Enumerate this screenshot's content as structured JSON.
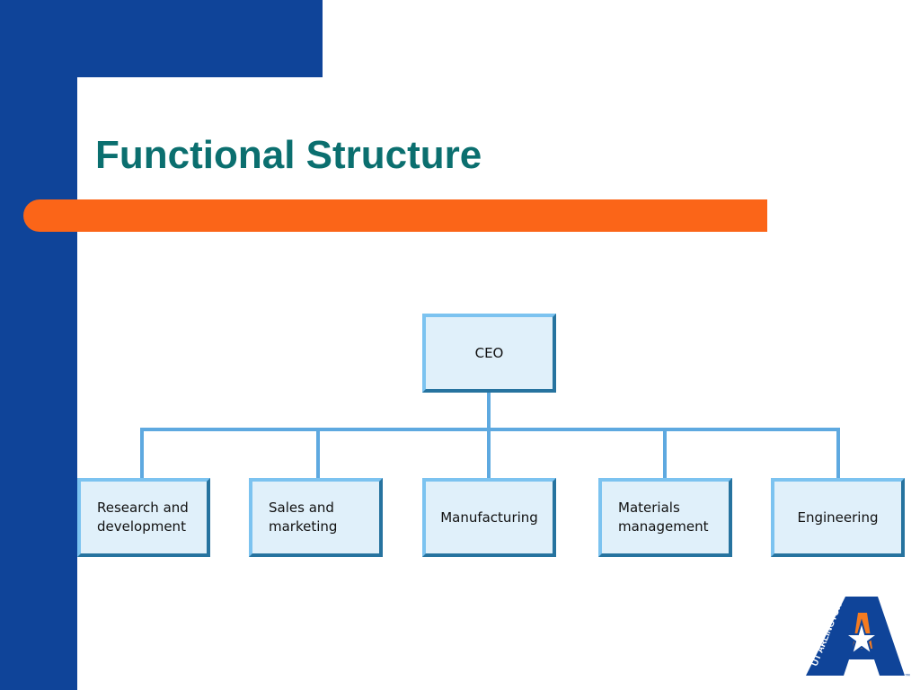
{
  "slide": {
    "title": "Functional Structure"
  },
  "org_chart": {
    "root": {
      "label": "CEO"
    },
    "children": [
      {
        "label": "Research and\ndevelopment"
      },
      {
        "label": "Sales and\nmarketing"
      },
      {
        "label": "Manufacturing"
      },
      {
        "label": "Materials\nmanagement"
      },
      {
        "label": "Engineering"
      }
    ]
  },
  "logo": {
    "text": "UT ARLINGTON",
    "mark": "A",
    "trademark": "™"
  },
  "colors": {
    "sidebar": "#0f4499",
    "title": "#0b6f6f",
    "accent_bar": "#fb6518",
    "box_fill": "#e0f0fa",
    "connector": "#5ea9e0"
  }
}
